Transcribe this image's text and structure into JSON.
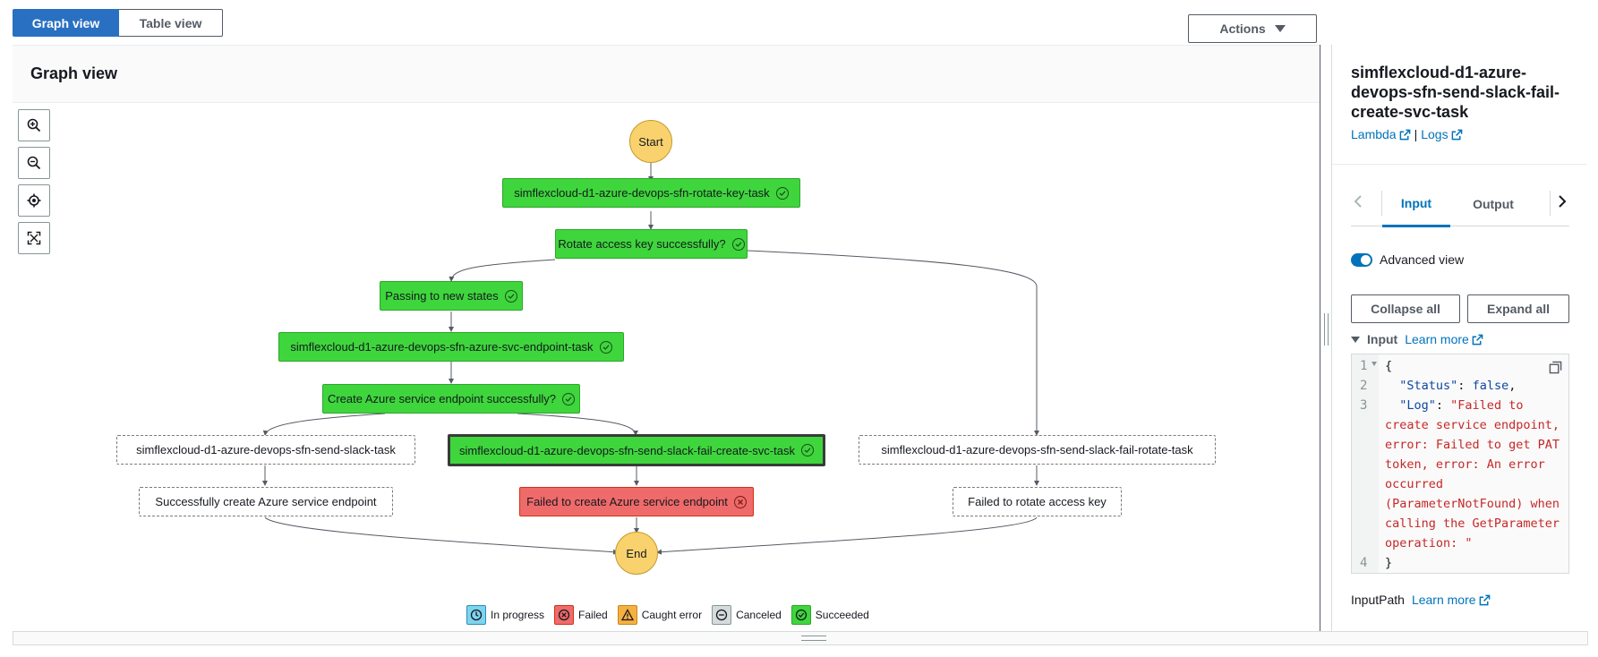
{
  "view_toggle": {
    "graph": "Graph view",
    "table": "Table view"
  },
  "graph": {
    "title": "Graph view",
    "actions_label": "Actions",
    "nodes": {
      "start": "Start",
      "rotate_key_task": "simflexcloud-d1-azure-devops-sfn-rotate-key-task",
      "rotate_choice": "Rotate access key successfully?",
      "passing": "Passing to new states",
      "svc_endpoint_task": "simflexcloud-d1-azure-devops-sfn-azure-svc-endpoint-task",
      "create_choice": "Create Azure service endpoint successfully?",
      "send_slack_task": "simflexcloud-d1-azure-devops-sfn-send-slack-task",
      "send_slack_fail_create": "simflexcloud-d1-azure-devops-sfn-send-slack-fail-create-svc-task",
      "send_slack_fail_rotate": "simflexcloud-d1-azure-devops-sfn-send-slack-fail-rotate-task",
      "success_endpoint": "Successfully create Azure service endpoint",
      "failed_endpoint": "Failed to create Azure service endpoint",
      "failed_rotate": "Failed to rotate access key",
      "end": "End"
    },
    "legend": {
      "in_progress": "In progress",
      "failed": "Failed",
      "caught_error": "Caught error",
      "canceled": "Canceled",
      "succeeded": "Succeeded"
    },
    "colors": {
      "succeeded": "#3ed63c",
      "failed": "#ef6a6a",
      "start_end": "#f9d26e",
      "in_progress": "#7ed3ee",
      "caught_error": "#f5b041",
      "canceled": "#d5dbdb"
    }
  },
  "side_panel": {
    "title": "simflexcloud-d1-azure-devops-sfn-send-slack-fail-create-svc-task",
    "link_lambda": "Lambda",
    "link_sep": "|",
    "link_logs": "Logs",
    "tabs": [
      "Input",
      "Output"
    ],
    "advanced_view_label": "Advanced view",
    "collapse_all": "Collapse all",
    "expand_all": "Expand all",
    "input_section_label": "Input",
    "learn_more": "Learn more",
    "code_lines": {
      "line1": "{",
      "line2_key": "\"Status\"",
      "line2_val": "false",
      "line3_key": "\"Log\"",
      "line3_val": "\"Failed to create service endpoint, error: Failed to get PAT token, error: An error occurred (ParameterNotFound) when calling the GetParameter operation: \"",
      "line4": "}"
    },
    "line_numbers": [
      "1",
      "2",
      "3",
      "4"
    ],
    "inputpath_label": "InputPath",
    "inputpath_link": "Learn more"
  }
}
